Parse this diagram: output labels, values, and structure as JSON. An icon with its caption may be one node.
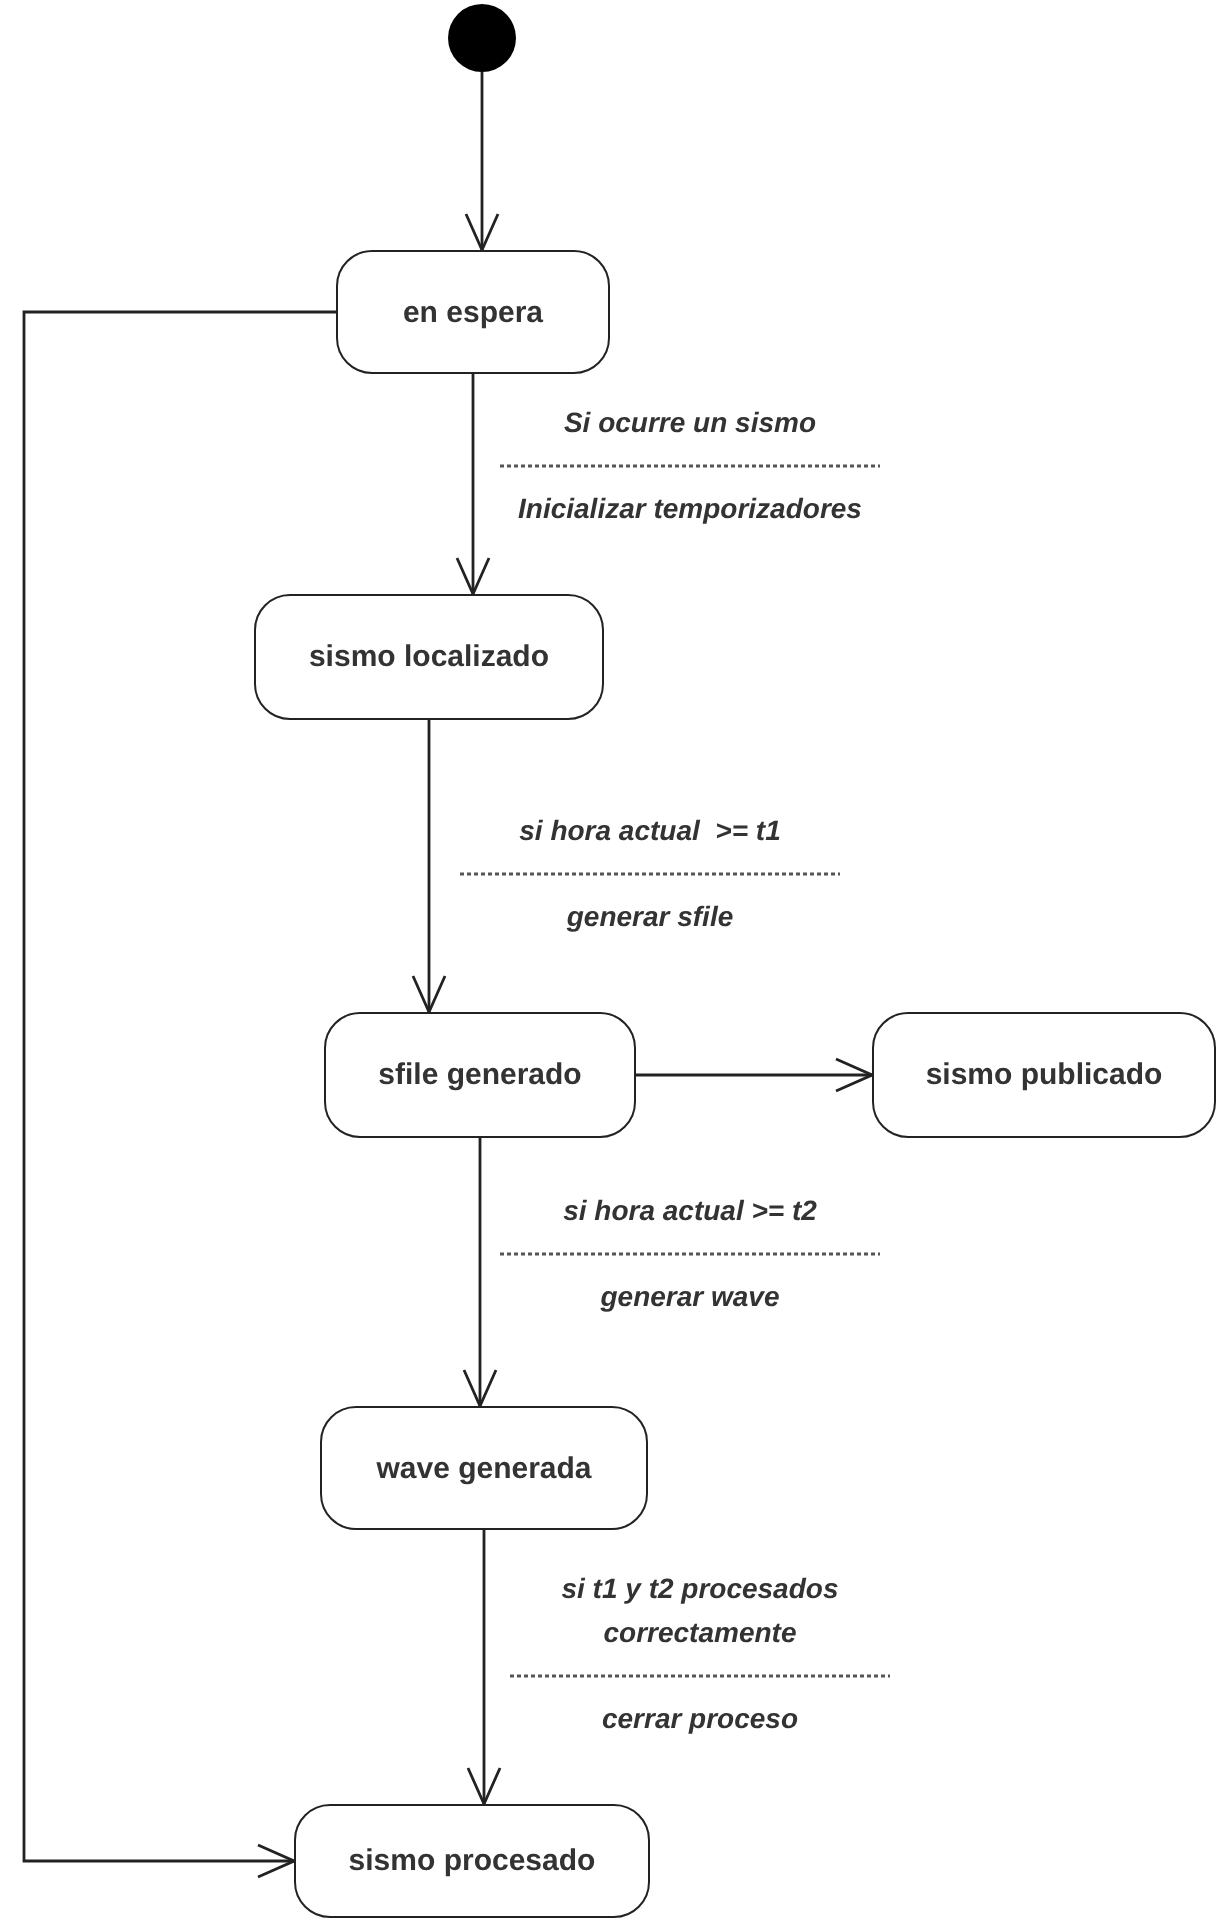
{
  "diagram": {
    "nodes": [
      {
        "text": [],
        "shape": "circle"
      },
      {
        "text": [
          "en espera"
        ]
      },
      {
        "text": [
          "sismo localizado"
        ]
      },
      {
        "text": [
          "sfile generado"
        ]
      },
      {
        "text": [
          "sismo publicado"
        ]
      },
      {
        "text": [
          "wave generada"
        ]
      },
      {
        "text": [
          "sismo procesado"
        ]
      }
    ],
    "edges": [
      {
        "from": 0,
        "to": 1,
        "arrow": "to"
      },
      {
        "from": 1,
        "to": 2,
        "arrow": "to",
        "label": "Si ocurre un sismo"
      },
      {
        "from": 2,
        "to": 3,
        "arrow": "to",
        "label": "si hora actual  >= t1"
      },
      {
        "from": 3,
        "to": 4,
        "arrow": "to"
      },
      {
        "from": 3,
        "to": 5,
        "arrow": "to",
        "label": "si hora actual >= t2"
      },
      {
        "from": 5,
        "to": 6,
        "arrow": "to",
        "label": "si t1 y t2 procesados correctamente"
      },
      {
        "from": 1,
        "to": 6,
        "arrow": "to"
      }
    ],
    "labels": [
      "Inicializar temporizadores",
      "generar sfile",
      "generar wave",
      "cerrar proceso"
    ]
  }
}
